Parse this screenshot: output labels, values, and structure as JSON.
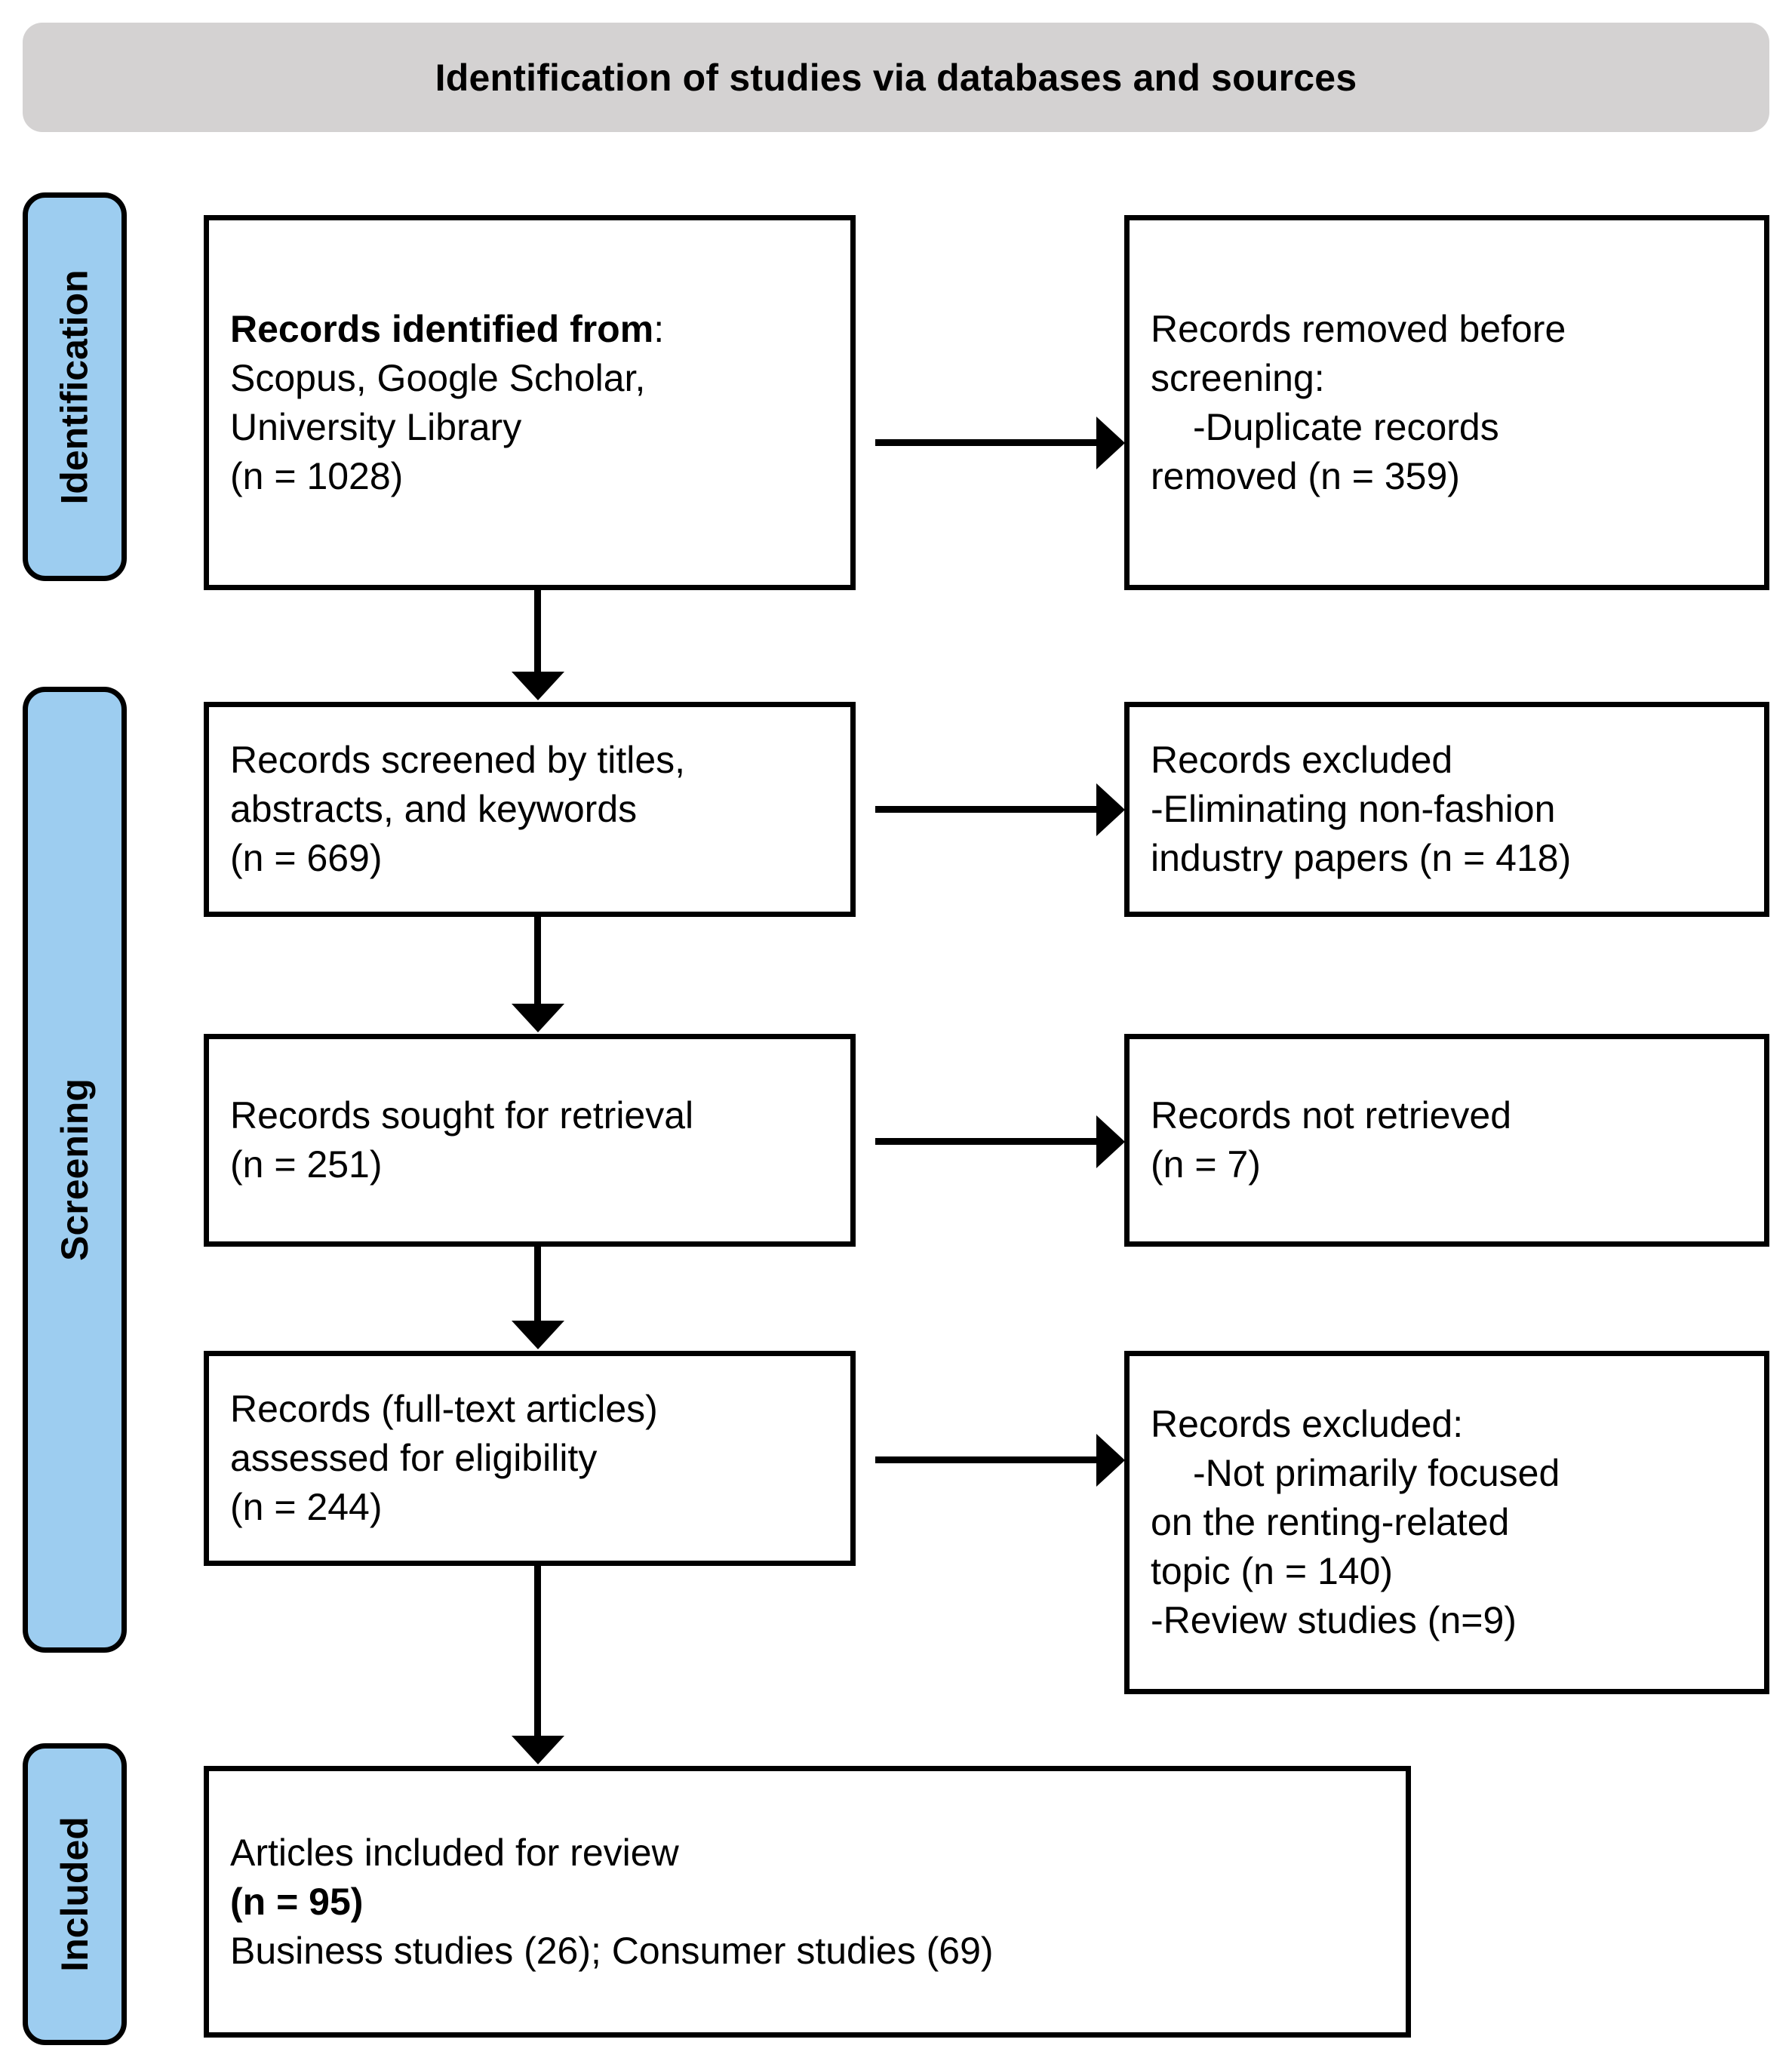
{
  "header": {
    "title": "Identification of studies via databases and sources"
  },
  "colors": {
    "header_band": "#d4d2d2",
    "phase_bar": "#9DCDF0",
    "border": "#000000",
    "box_background": "#ffffff",
    "text": "#000000"
  },
  "phases": [
    {
      "id": "identification",
      "label": "Identification"
    },
    {
      "id": "screening",
      "label": "Screening"
    },
    {
      "id": "included",
      "label": "Included"
    }
  ],
  "boxes": {
    "identified": {
      "title": "Records identified from",
      "title_suffix": ":",
      "body": "Scopus, Google Scholar,\nUniversity Library\n(n = 1028)",
      "n": 1028
    },
    "removed": {
      "text": "Records removed before\nscreening:",
      "detail": "-Duplicate records\nremoved (n = 359)",
      "n": 359
    },
    "screened": {
      "text": "Records screened by titles,\nabstracts, and keywords\n(n = 669)",
      "n": 669
    },
    "excluded_screening": {
      "text": "Records excluded\n-Eliminating non-fashion\nindustry papers (n = 418)",
      "n": 418
    },
    "sought": {
      "text": "Records sought for retrieval\n(n = 251)",
      "n": 251
    },
    "not_retrieved": {
      "text": "Records not retrieved\n(n = 7)",
      "n": 7
    },
    "eligibility": {
      "text": "Records (full-text articles)\nassessed for eligibility\n(n = 244)",
      "n": 244
    },
    "excluded_eligibility": {
      "text": "Records excluded:",
      "detail": "-Not primarily focused\non the renting-related\ntopic (n = 140)\n-Review studies (n=9)",
      "n_topic": 140,
      "n_review": 9
    },
    "included": {
      "line1": "Articles included for review",
      "line2": "(n = 95)",
      "line3": "Business studies (26); Consumer studies (69)",
      "n": 95,
      "n_business": 26,
      "n_consumer": 69
    }
  },
  "arrows": {
    "down_1": "arrow-down",
    "down_2": "arrow-down",
    "down_3": "arrow-down",
    "down_4": "arrow-down",
    "right_1": "arrow-right",
    "right_2": "arrow-right",
    "right_3": "arrow-right",
    "right_4": "arrow-right"
  }
}
